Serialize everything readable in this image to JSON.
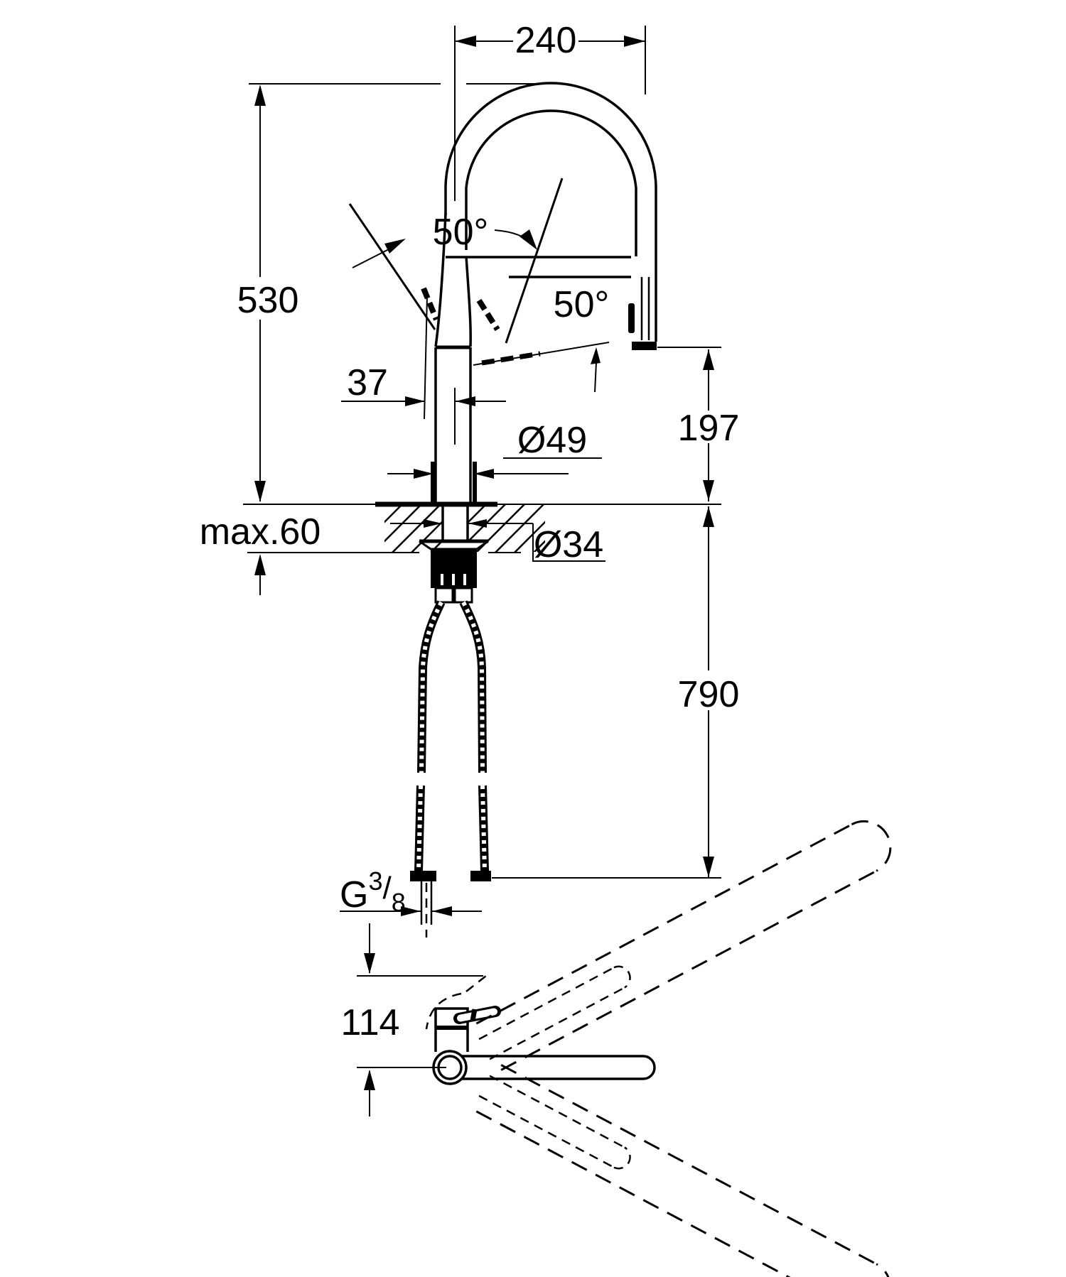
{
  "drawing": {
    "kind": "technical-dimension-drawing",
    "colors": {
      "line": "#000000",
      "background": "#ffffff"
    }
  },
  "labels": {
    "spout_reach": "240",
    "height": "530",
    "handle_angle_left": "50°",
    "handle_angle_right": "50°",
    "handle_offset": "37",
    "outlet_to_deck": "197",
    "body_diameter": "Ø49",
    "max_deck_thickness": "max.60",
    "hole_diameter": "Ø34",
    "hose_length": "790",
    "thread": {
      "letter": "G",
      "numerator": "3",
      "slash": "/",
      "denominator": "8"
    },
    "plan_depth": "114"
  }
}
